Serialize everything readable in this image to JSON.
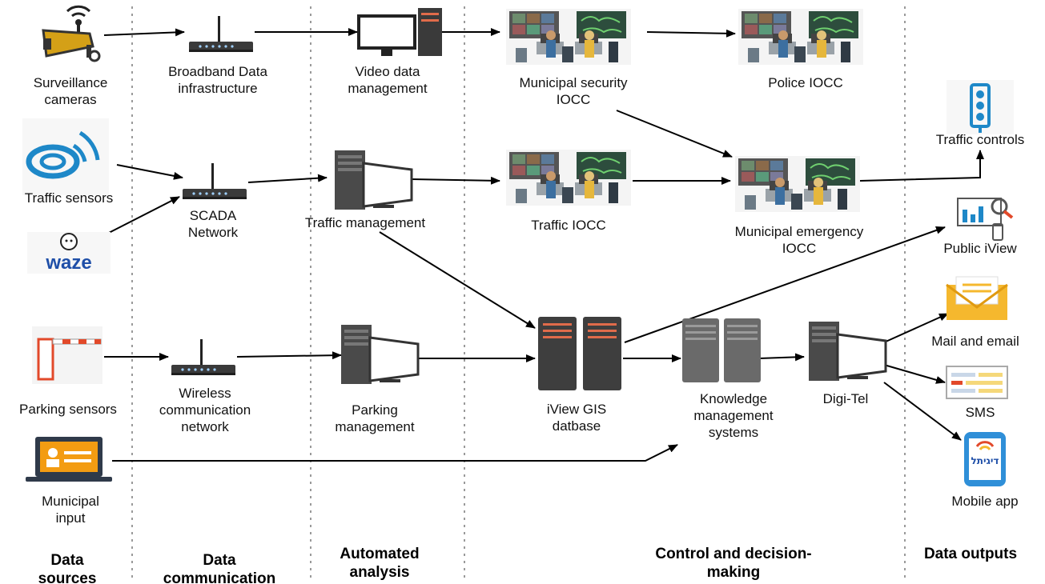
{
  "columns": [
    {
      "id": "data-sources",
      "lines": [
        "Data",
        "sources"
      ]
    },
    {
      "id": "data-communication",
      "lines": [
        "Data",
        "communication"
      ]
    },
    {
      "id": "automated-analysis",
      "lines": [
        "Automated",
        "analysis"
      ]
    },
    {
      "id": "control",
      "lines": [
        "Control and decision-",
        "making"
      ]
    },
    {
      "id": "data-outputs",
      "lines": [
        "Data outputs"
      ]
    }
  ],
  "nodes": {
    "surveillance": {
      "lines": [
        "Surveillance",
        "cameras"
      ],
      "icon": "surveillance-camera-icon"
    },
    "broadband": {
      "lines": [
        "Broadband Data",
        "infrastructure"
      ],
      "icon": "router-icon"
    },
    "video": {
      "lines": [
        "Video data",
        "management"
      ],
      "icon": "desktop-computer-icon"
    },
    "muni_security": {
      "lines": [
        "Municipal security",
        "IOCC"
      ],
      "icon": "control-room-icon"
    },
    "police": {
      "lines": [
        "Police IOCC"
      ],
      "icon": "control-room-icon"
    },
    "traffic_sensors": {
      "lines": [
        "Traffic sensors"
      ],
      "icon": "traffic-sensor-icon"
    },
    "waze": {
      "lines": [],
      "icon": "waze-logo-icon",
      "logo_text": "waze"
    },
    "scada": {
      "lines": [
        "SCADA",
        "Network"
      ],
      "icon": "router-icon"
    },
    "traffic_mgmt": {
      "lines": [
        "Traffic management"
      ],
      "icon": "server-monitor-icon"
    },
    "traffic_iocc": {
      "lines": [
        "Traffic IOCC"
      ],
      "icon": "control-room-icon"
    },
    "muni_emergency": {
      "lines": [
        "Municipal emergency",
        "IOCC"
      ],
      "icon": "control-room-icon"
    },
    "traffic_controls": {
      "lines": [
        "Traffic controls"
      ],
      "icon": "traffic-light-icon"
    },
    "public_iview": {
      "lines": [
        "Public iView"
      ],
      "icon": "analytics-screen-icon"
    },
    "mail": {
      "lines": [
        "Mail and email"
      ],
      "icon": "envelope-icon"
    },
    "sms": {
      "lines": [
        "SMS"
      ],
      "icon": "sms-icon"
    },
    "mobile": {
      "lines": [
        "Mobile app"
      ],
      "icon": "mobile-phone-icon",
      "logo_text": "דיגיתל"
    },
    "parking_sensors": {
      "lines": [
        "Parking sensors"
      ],
      "icon": "barrier-gate-icon"
    },
    "wireless": {
      "lines": [
        "Wireless",
        "communication",
        "network"
      ],
      "icon": "router-icon"
    },
    "parking_mgmt": {
      "lines": [
        "Parking",
        "management"
      ],
      "icon": "server-monitor-icon"
    },
    "gis": {
      "lines": [
        "iView GIS",
        "datbase"
      ],
      "icon": "database-server-icon"
    },
    "knowledge": {
      "lines": [
        "Knowledge",
        "management",
        "systems"
      ],
      "icon": "database-server-icon"
    },
    "digitel": {
      "lines": [
        "Digi-Tel"
      ],
      "icon": "server-monitor-icon"
    },
    "municipal_input": {
      "lines": [
        "Municipal",
        "input"
      ],
      "icon": "laptop-icon"
    }
  },
  "colors": {
    "camera": "#d4a017",
    "server": "#3a3a3a",
    "server_light": "#e06b4a",
    "sensor": "#1e88c8",
    "waze": "#1f4fa8",
    "envelope": "#f5b82e",
    "laptop": "#f39c12",
    "traffic_light": "#1e88c8",
    "barrier": "#e2492a"
  }
}
